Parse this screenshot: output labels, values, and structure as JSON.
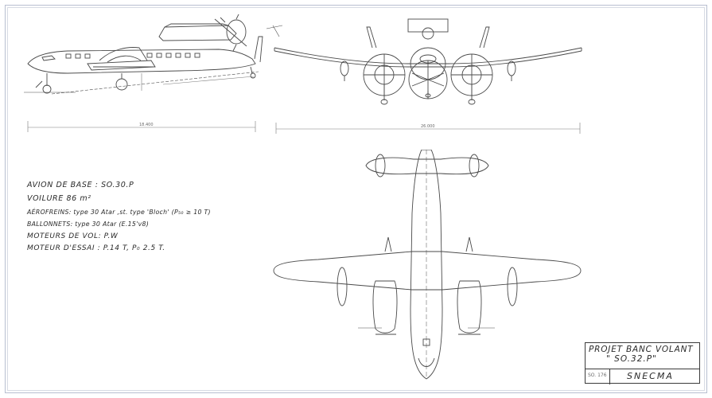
{
  "notes": {
    "base_aircraft": "AVION DE BASE : SO.30.P",
    "wing": "VOILURE 86 m²",
    "airbrakes": "AÉROFREINS: type 30 Atar ,st. type 'Bloch' (P₅₀ ≥ 10 T)",
    "balloonets": "BALLONNETS: type 30 Atar (E.15'v8)",
    "flight_engines": "MOTEURS DE VOL: P.W",
    "test_engine": "MOTEUR D'ESSAI : P.14 T, P₀ 2.5 T."
  },
  "title_block": {
    "project": "PROJET BANC VOLANT",
    "designation": "\" SO.32.P\"",
    "reference": "SO. 176",
    "company": "SNECMA"
  },
  "dimensions": {
    "side_length": "18.400",
    "front_span": "26.000"
  }
}
